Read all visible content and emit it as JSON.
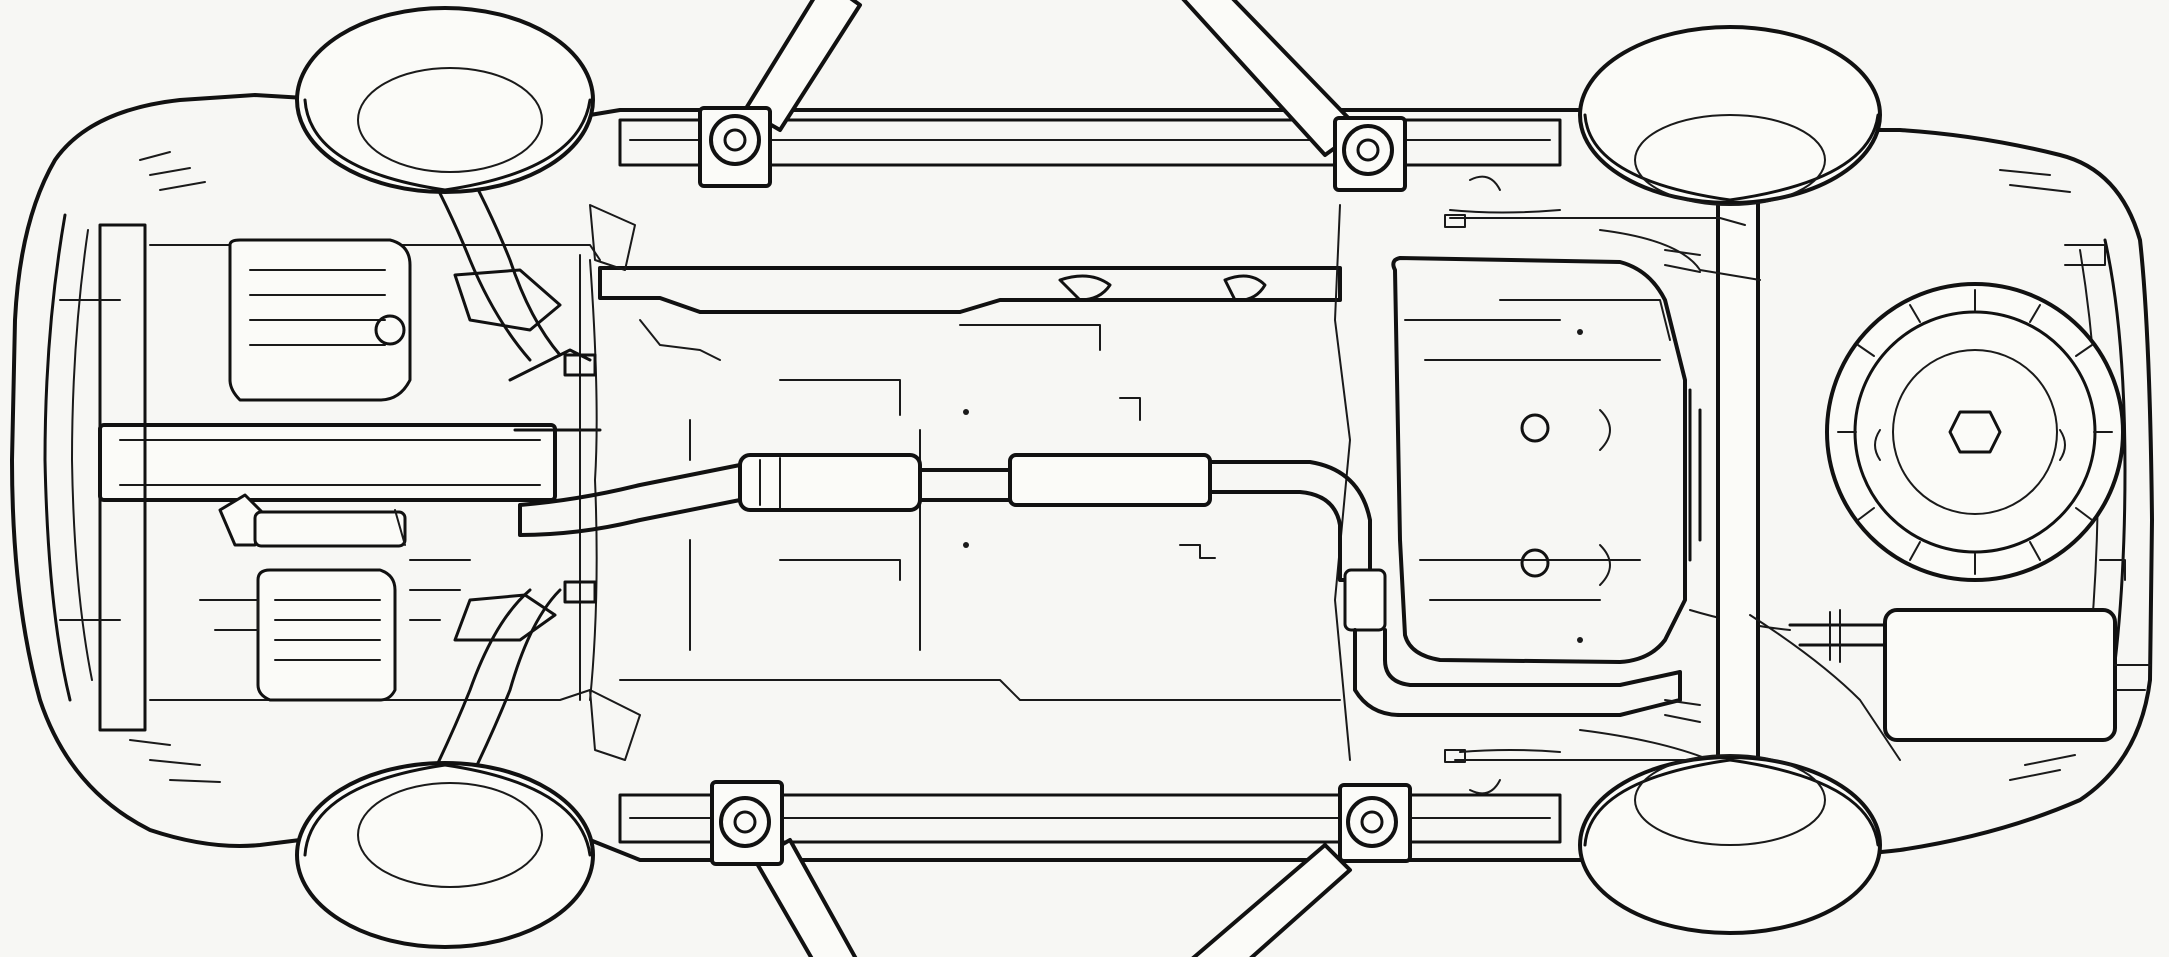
{
  "diagram": {
    "subject": "vehicle-underside",
    "orientation": "front-left",
    "lift_support_points": 4,
    "wheels": 4,
    "components": [
      "front-subframe",
      "engine-oil-pan",
      "transmission",
      "front-suspension-left",
      "front-suspension-right",
      "front-crossmember",
      "exhaust-pipe",
      "catalytic-converter",
      "center-resonator",
      "fuel-tank",
      "rear-axle-beam",
      "rear-muffler",
      "spare-wheel",
      "side-sill-left",
      "side-sill-right",
      "lift-arm-front-left",
      "lift-arm-rear-left",
      "lift-arm-front-right",
      "lift-arm-rear-right"
    ]
  }
}
